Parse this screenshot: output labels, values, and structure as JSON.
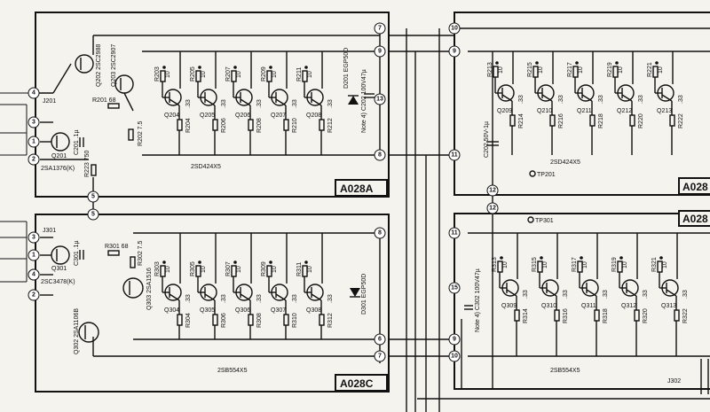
{
  "boards": {
    "a": {
      "label": "A028A",
      "transistor_array": "2SD424X5"
    },
    "b": {
      "label": "A028",
      "transistor_array": "2SD424X5",
      "test_point": "TP201"
    },
    "c": {
      "label": "A028C",
      "transistor_array": "2SB554X5"
    },
    "d": {
      "label": "A028",
      "transistor_array": "2SB554X5",
      "test_point": "TP301"
    }
  },
  "connectors": {
    "a": "J201",
    "c": "J301",
    "d": "J302"
  },
  "nodes": [
    "1",
    "2",
    "3",
    "4",
    "5",
    "6",
    "7",
    "8",
    "9",
    "10",
    "11",
    "12",
    "13",
    "15"
  ],
  "board_a_parts": {
    "q201": "Q201",
    "q201_type": "2SA1376(K)",
    "c201": "C201 .1µ",
    "r223": "R223 750",
    "q202": "Q202 2SC2988",
    "q203": "Q203 2SC2907",
    "r201": "R201 68",
    "r202": "R202 7.5",
    "d201": "D201 EGP50D",
    "c202": "Note 4) C202 100V47µ",
    "stages": [
      {
        "q": "Q204",
        "rb": "R203",
        "rbv": "10",
        "re": "R204",
        "rev": ".33"
      },
      {
        "q": "Q205",
        "rb": "R205",
        "rbv": "10",
        "re": "R206",
        "rev": ".33"
      },
      {
        "q": "Q206",
        "rb": "R207",
        "rbv": "10",
        "re": "R208",
        "rev": ".33"
      },
      {
        "q": "Q207",
        "rb": "R209",
        "rbv": "10",
        "re": "R210",
        "rev": ".33"
      },
      {
        "q": "Q208",
        "rb": "R211",
        "rbv": "10",
        "re": "R212",
        "rev": ".33"
      }
    ]
  },
  "board_b_parts": {
    "c202": "C202 50V-1µ",
    "stages": [
      {
        "q": "Q209",
        "rb": "R213",
        "rbv": "10",
        "re": "R214",
        "rev": ".33"
      },
      {
        "q": "Q210",
        "rb": "R215",
        "rbv": "10",
        "re": "R216",
        "rev": ".33"
      },
      {
        "q": "Q211",
        "rb": "R217",
        "rbv": "10",
        "re": "R218",
        "rev": ".33"
      },
      {
        "q": "Q212",
        "rb": "R219",
        "rbv": "10",
        "re": "R220",
        "rev": ".33"
      },
      {
        "q": "Q213",
        "rb": "R221",
        "rbv": "10",
        "re": "R222",
        "rev": ".33"
      }
    ]
  },
  "board_c_parts": {
    "q301": "Q301",
    "q301_type": "2SC3478(K)",
    "c301": "C301 .1µ",
    "r301": "R301 68",
    "r302": "R302 7.5",
    "q302": "Q302 2SA1106B",
    "q303": "Q303 2SA1516",
    "d301": "D301 EGP50D",
    "stages": [
      {
        "q": "Q304",
        "rb": "R303",
        "rbv": "10",
        "re": "R304",
        "rev": ".33"
      },
      {
        "q": "Q305",
        "rb": "R305",
        "rbv": "10",
        "re": "R306",
        "rev": ".33"
      },
      {
        "q": "Q306",
        "rb": "R307",
        "rbv": "10",
        "re": "R308",
        "rev": ".33"
      },
      {
        "q": "Q307",
        "rb": "R309",
        "rbv": "10",
        "re": "R310",
        "rev": ".33"
      },
      {
        "q": "Q308",
        "rb": "R311",
        "rbv": "10",
        "re": "R312",
        "rev": ".33"
      }
    ]
  },
  "board_d_parts": {
    "c302": "Note 4) C302 100V47µ",
    "stages": [
      {
        "q": "Q309",
        "rb": "R313",
        "rbv": "10",
        "re": "R314",
        "rev": ".33"
      },
      {
        "q": "Q310",
        "rb": "R315",
        "rbv": "10",
        "re": "R316",
        "rev": ".33"
      },
      {
        "q": "Q311",
        "rb": "R317",
        "rbv": "10",
        "re": "R318",
        "rev": ".33"
      },
      {
        "q": "Q312",
        "rb": "R319",
        "rbv": "10",
        "re": "R320",
        "rev": ".33"
      },
      {
        "q": "Q313",
        "rb": "R321",
        "rbv": "10",
        "re": "R322",
        "rev": ".33"
      }
    ]
  }
}
